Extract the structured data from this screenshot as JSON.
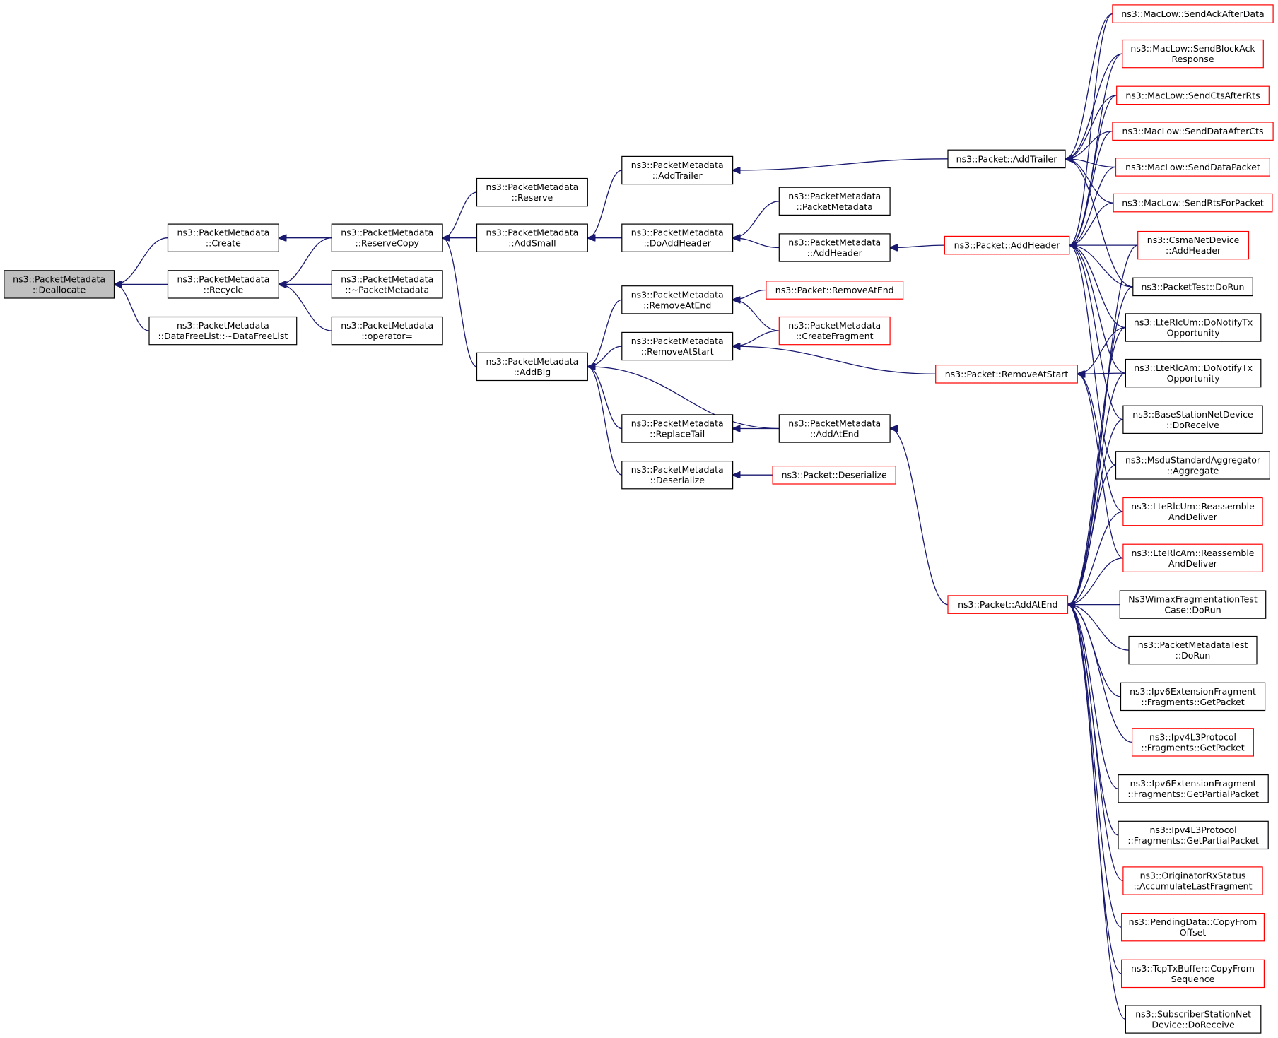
{
  "nodes": [
    {
      "id": "n0",
      "lines": [
        "ns3::PacketMetadata",
        "::Deallocate"
      ],
      "root": true
    },
    {
      "id": "n1",
      "lines": [
        "ns3::PacketMetadata",
        "::Create"
      ]
    },
    {
      "id": "n2",
      "lines": [
        "ns3::PacketMetadata",
        "::Recycle"
      ]
    },
    {
      "id": "n3",
      "lines": [
        "ns3::PacketMetadata",
        "::DataFreeList::~DataFreeList"
      ]
    },
    {
      "id": "n4",
      "lines": [
        "ns3::PacketMetadata",
        "::ReserveCopy"
      ]
    },
    {
      "id": "n5",
      "lines": [
        "ns3::PacketMetadata",
        "::~PacketMetadata"
      ]
    },
    {
      "id": "n6",
      "lines": [
        "ns3::PacketMetadata",
        "::operator="
      ]
    },
    {
      "id": "n7",
      "lines": [
        "ns3::PacketMetadata",
        "::Reserve"
      ]
    },
    {
      "id": "n8",
      "lines": [
        "ns3::PacketMetadata",
        "::AddSmall"
      ]
    },
    {
      "id": "n9",
      "lines": [
        "ns3::PacketMetadata",
        "::AddBig"
      ]
    },
    {
      "id": "n10",
      "lines": [
        "ns3::PacketMetadata",
        "::AddTrailer"
      ]
    },
    {
      "id": "n11",
      "lines": [
        "ns3::PacketMetadata",
        "::DoAddHeader"
      ]
    },
    {
      "id": "n12",
      "lines": [
        "ns3::PacketMetadata",
        "::RemoveAtEnd"
      ]
    },
    {
      "id": "n13",
      "lines": [
        "ns3::PacketMetadata",
        "::RemoveAtStart"
      ]
    },
    {
      "id": "n14",
      "lines": [
        "ns3::PacketMetadata",
        "::ReplaceTail"
      ]
    },
    {
      "id": "n15",
      "lines": [
        "ns3::PacketMetadata",
        "::Deserialize"
      ]
    },
    {
      "id": "n16",
      "lines": [
        "ns3::PacketMetadata",
        "::PacketMetadata"
      ]
    },
    {
      "id": "n17",
      "lines": [
        "ns3::PacketMetadata",
        "::AddHeader"
      ]
    },
    {
      "id": "n18",
      "lines": [
        "ns3::Packet::RemoveAtEnd"
      ],
      "red": true
    },
    {
      "id": "n19",
      "lines": [
        "ns3::PacketMetadata",
        "::CreateFragment"
      ],
      "red": true
    },
    {
      "id": "n20",
      "lines": [
        "ns3::PacketMetadata",
        "::AddAtEnd"
      ]
    },
    {
      "id": "n21",
      "lines": [
        "ns3::Packet::Deserialize"
      ],
      "red": true
    },
    {
      "id": "n22",
      "lines": [
        "ns3::Packet::AddTrailer"
      ]
    },
    {
      "id": "n23",
      "lines": [
        "ns3::Packet::AddHeader"
      ],
      "red": true
    },
    {
      "id": "n24",
      "lines": [
        "ns3::Packet::RemoveAtStart"
      ],
      "red": true
    },
    {
      "id": "n25",
      "lines": [
        "ns3::Packet::AddAtEnd"
      ],
      "red": true
    },
    {
      "id": "n26",
      "lines": [
        "ns3::MacLow::SendAckAfterData"
      ],
      "red": true
    },
    {
      "id": "n27",
      "lines": [
        "ns3::MacLow::SendBlockAck",
        "Response"
      ],
      "red": true
    },
    {
      "id": "n28",
      "lines": [
        "ns3::MacLow::SendCtsAfterRts"
      ],
      "red": true
    },
    {
      "id": "n29",
      "lines": [
        "ns3::MacLow::SendDataAfterCts"
      ],
      "red": true
    },
    {
      "id": "n30",
      "lines": [
        "ns3::MacLow::SendDataPacket"
      ],
      "red": true
    },
    {
      "id": "n31",
      "lines": [
        "ns3::MacLow::SendRtsForPacket"
      ],
      "red": true
    },
    {
      "id": "n32",
      "lines": [
        "ns3::CsmaNetDevice",
        "::AddHeader"
      ],
      "red": true
    },
    {
      "id": "n33",
      "lines": [
        "ns3::PacketTest::DoRun"
      ]
    },
    {
      "id": "n34",
      "lines": [
        "ns3::LteRlcUm::DoNotifyTx",
        "Opportunity"
      ]
    },
    {
      "id": "n35",
      "lines": [
        "ns3::LteRlcAm::DoNotifyTx",
        "Opportunity"
      ]
    },
    {
      "id": "n36",
      "lines": [
        "ns3::BaseStationNetDevice",
        "::DoReceive"
      ]
    },
    {
      "id": "n37",
      "lines": [
        "ns3::MsduStandardAggregator",
        "::Aggregate"
      ]
    },
    {
      "id": "n38",
      "lines": [
        "ns3::LteRlcUm::Reassemble",
        "AndDeliver"
      ],
      "red": true
    },
    {
      "id": "n39",
      "lines": [
        "ns3::LteRlcAm::Reassemble",
        "AndDeliver"
      ],
      "red": true
    },
    {
      "id": "n40",
      "lines": [
        "Ns3WimaxFragmentationTest",
        "Case::DoRun"
      ]
    },
    {
      "id": "n41",
      "lines": [
        "ns3::PacketMetadataTest",
        "::DoRun"
      ]
    },
    {
      "id": "n42",
      "lines": [
        "ns3::Ipv6ExtensionFragment",
        "::Fragments::GetPacket"
      ]
    },
    {
      "id": "n43",
      "lines": [
        "ns3::Ipv4L3Protocol",
        "::Fragments::GetPacket"
      ],
      "red": true
    },
    {
      "id": "n44",
      "lines": [
        "ns3::Ipv6ExtensionFragment",
        "::Fragments::GetPartialPacket"
      ]
    },
    {
      "id": "n45",
      "lines": [
        "ns3::Ipv4L3Protocol",
        "::Fragments::GetPartialPacket"
      ]
    },
    {
      "id": "n46",
      "lines": [
        "ns3::OriginatorRxStatus",
        "::AccumulateLastFragment"
      ],
      "red": true
    },
    {
      "id": "n47",
      "lines": [
        "ns3::PendingData::CopyFrom",
        "Offset"
      ],
      "red": true
    },
    {
      "id": "n48",
      "lines": [
        "ns3::TcpTxBuffer::CopyFrom",
        "Sequence"
      ],
      "red": true
    },
    {
      "id": "n49",
      "lines": [
        "ns3::SubscriberStationNet",
        "Device::DoReceive"
      ]
    }
  ],
  "edges": [
    [
      "n1",
      "n0"
    ],
    [
      "n2",
      "n0"
    ],
    [
      "n3",
      "n0"
    ],
    [
      "n4",
      "n1"
    ],
    [
      "n4",
      "n2"
    ],
    [
      "n5",
      "n2"
    ],
    [
      "n6",
      "n2"
    ],
    [
      "n7",
      "n4"
    ],
    [
      "n8",
      "n4"
    ],
    [
      "n9",
      "n4"
    ],
    [
      "n10",
      "n8"
    ],
    [
      "n11",
      "n8"
    ],
    [
      "n12",
      "n9"
    ],
    [
      "n13",
      "n9"
    ],
    [
      "n14",
      "n9"
    ],
    [
      "n15",
      "n9"
    ],
    [
      "n20",
      "n9"
    ],
    [
      "n16",
      "n11"
    ],
    [
      "n17",
      "n11"
    ],
    [
      "n18",
      "n12"
    ],
    [
      "n19",
      "n12"
    ],
    [
      "n19",
      "n13"
    ],
    [
      "n24",
      "n13"
    ],
    [
      "n20",
      "n14"
    ],
    [
      "n21",
      "n15"
    ],
    [
      "n22",
      "n10"
    ],
    [
      "n23",
      "n17"
    ],
    [
      "n25",
      "n20"
    ],
    [
      "n26",
      "n22"
    ],
    [
      "n27",
      "n22"
    ],
    [
      "n28",
      "n22"
    ],
    [
      "n29",
      "n22"
    ],
    [
      "n30",
      "n22"
    ],
    [
      "n31",
      "n22"
    ],
    [
      "n33",
      "n22"
    ],
    [
      "n26",
      "n23"
    ],
    [
      "n27",
      "n23"
    ],
    [
      "n28",
      "n23"
    ],
    [
      "n29",
      "n23"
    ],
    [
      "n30",
      "n23"
    ],
    [
      "n31",
      "n23"
    ],
    [
      "n32",
      "n23"
    ],
    [
      "n33",
      "n23"
    ],
    [
      "n34",
      "n23"
    ],
    [
      "n35",
      "n23"
    ],
    [
      "n36",
      "n23"
    ],
    [
      "n37",
      "n23"
    ],
    [
      "n34",
      "n24"
    ],
    [
      "n35",
      "n24"
    ],
    [
      "n38",
      "n24"
    ],
    [
      "n39",
      "n24"
    ],
    [
      "n32",
      "n25"
    ],
    [
      "n33",
      "n25"
    ],
    [
      "n34",
      "n25"
    ],
    [
      "n35",
      "n25"
    ],
    [
      "n36",
      "n25"
    ],
    [
      "n37",
      "n25"
    ],
    [
      "n38",
      "n25"
    ],
    [
      "n39",
      "n25"
    ],
    [
      "n40",
      "n25"
    ],
    [
      "n41",
      "n25"
    ],
    [
      "n42",
      "n25"
    ],
    [
      "n43",
      "n25"
    ],
    [
      "n44",
      "n25"
    ],
    [
      "n45",
      "n25"
    ],
    [
      "n46",
      "n25"
    ],
    [
      "n47",
      "n25"
    ],
    [
      "n48",
      "n25"
    ],
    [
      "n49",
      "n25"
    ]
  ]
}
